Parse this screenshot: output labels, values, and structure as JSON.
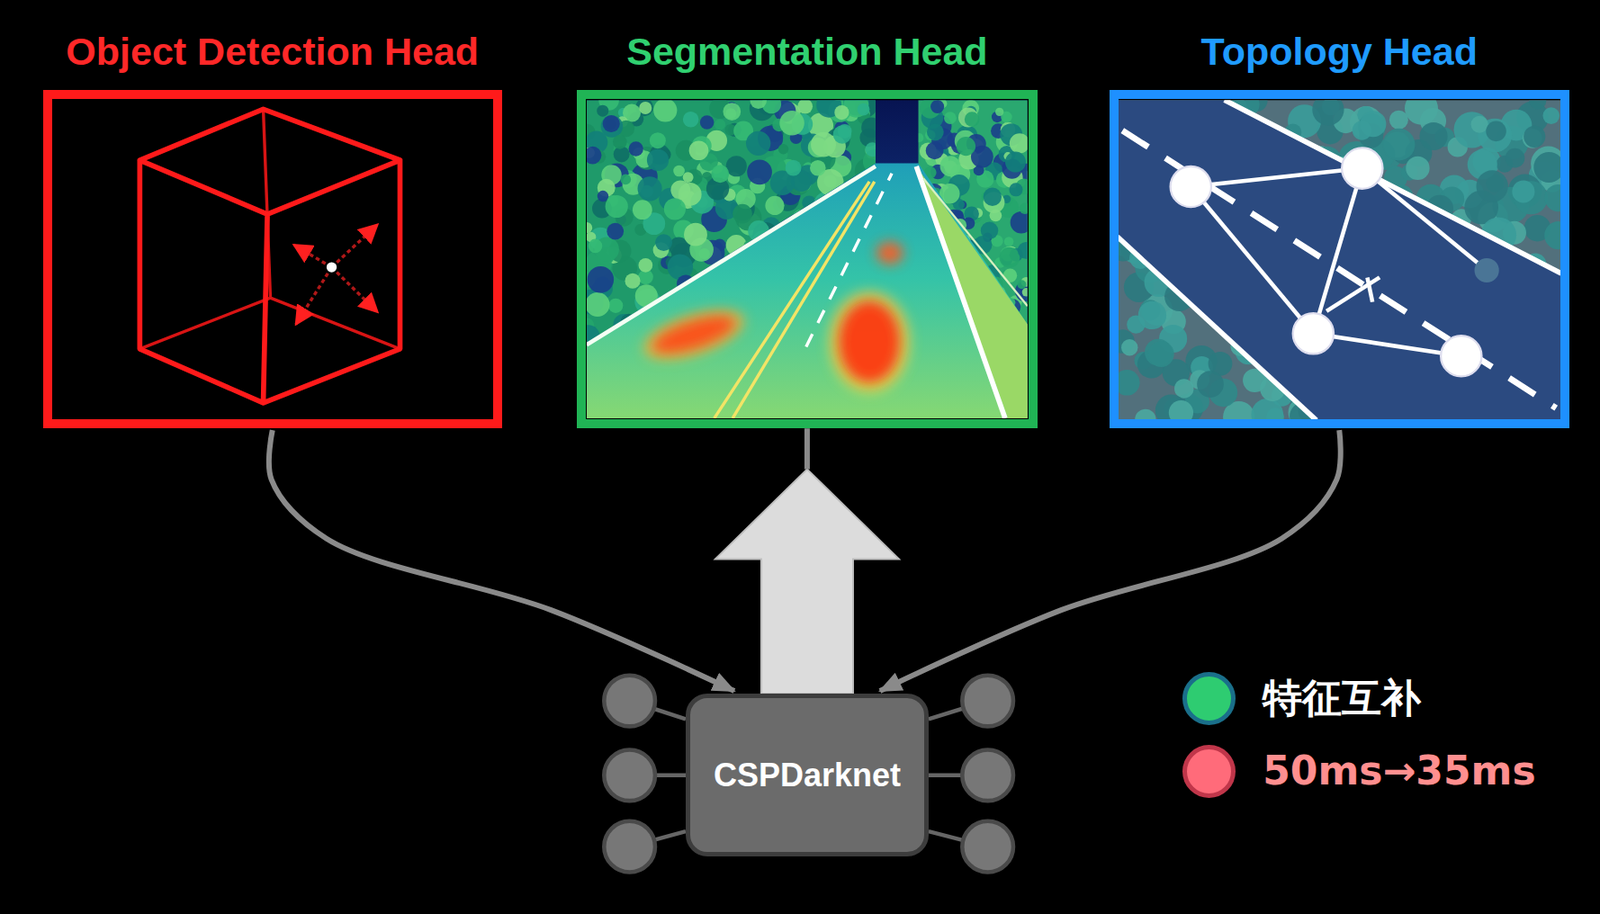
{
  "diagram": {
    "nodes": [
      {
        "text": [
          "Object Detection Head"
        ]
      },
      {
        "text": [
          "Segmentation Head"
        ]
      },
      {
        "text": [
          "Topology Head"
        ]
      },
      {
        "text": [
          "CSPDarknet"
        ]
      }
    ],
    "edges": [
      {
        "from": 0,
        "to": 3,
        "arrow": "to"
      },
      {
        "from": 3,
        "to": 1,
        "arrow": "to"
      },
      {
        "from": 2,
        "to": 3,
        "arrow": "to"
      }
    ],
    "legend": [
      {
        "text": "特征互补",
        "color": "#2ecc71"
      },
      {
        "text": "50ms→35ms",
        "color": "#ff6b7a"
      }
    ]
  }
}
